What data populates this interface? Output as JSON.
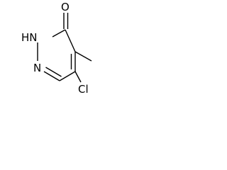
{
  "diagram": {
    "type": "chemical-structure",
    "atoms": [
      {
        "id": "O",
        "label": "O"
      },
      {
        "id": "HN",
        "label": "HN"
      },
      {
        "id": "N",
        "label": "N"
      },
      {
        "id": "Cl",
        "label": "Cl"
      }
    ],
    "bonds": [
      {
        "id": "C3-O",
        "from": "C3",
        "to": "O",
        "order": 2
      },
      {
        "id": "C3-N2",
        "from": "C3",
        "to": "N2",
        "order": 1
      },
      {
        "id": "N2-N1",
        "from": "N2",
        "to": "N1",
        "order": 1
      },
      {
        "id": "N1-C6",
        "from": "N1",
        "to": "C6",
        "order": 2
      },
      {
        "id": "C6-C5",
        "from": "C6",
        "to": "C5",
        "order": 1
      },
      {
        "id": "C5-C4",
        "from": "C5",
        "to": "C4",
        "order": 2
      },
      {
        "id": "C4-C3",
        "from": "C4",
        "to": "C3",
        "order": 1
      },
      {
        "id": "C4-CH3",
        "from": "C4",
        "to": "CH3",
        "order": 1
      },
      {
        "id": "C5-Cl",
        "from": "C5",
        "to": "Cl",
        "order": 1
      }
    ]
  }
}
